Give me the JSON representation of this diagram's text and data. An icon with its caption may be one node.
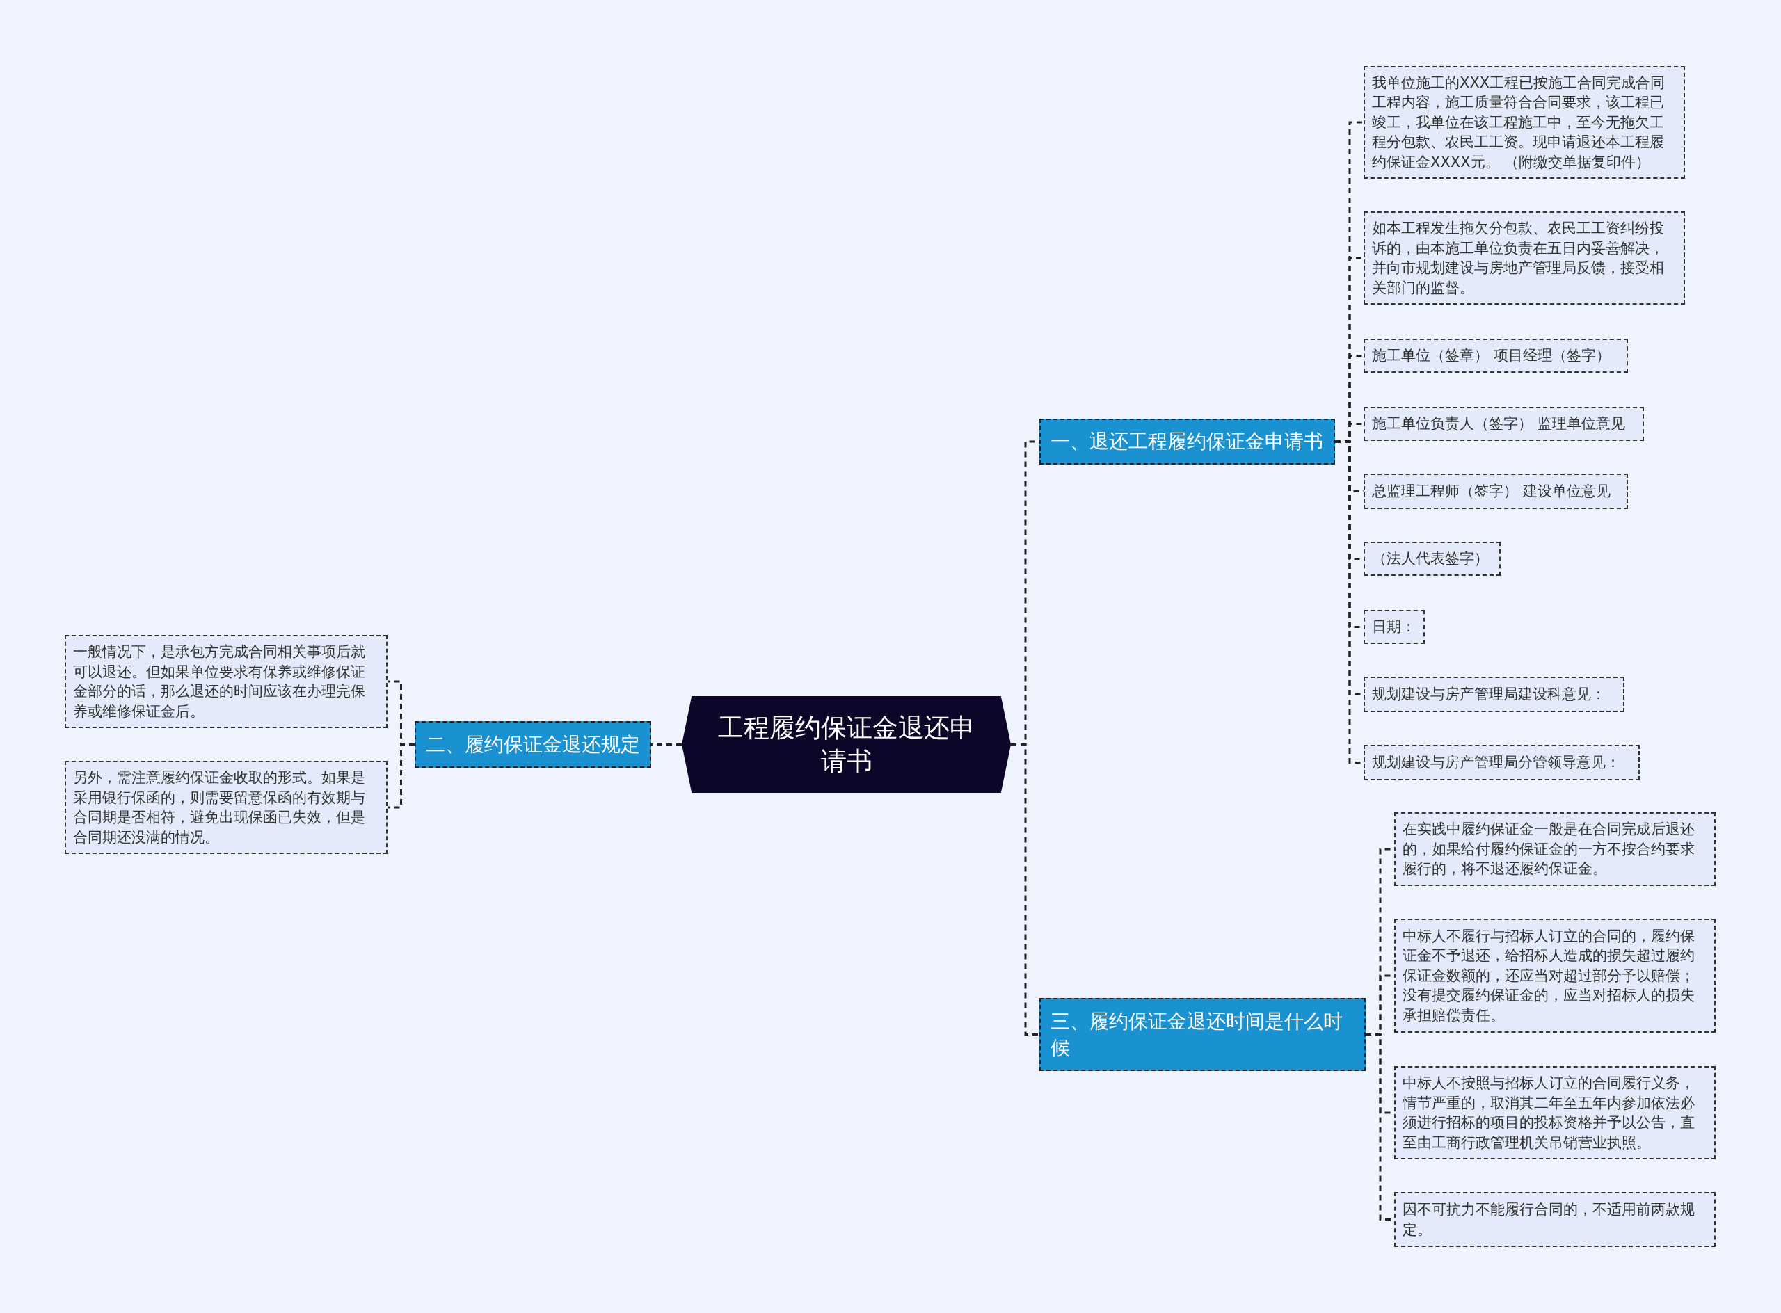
{
  "diagram": {
    "nodes": [
      {
        "text": [
          "工程履约保证金退还申请书"
        ]
      },
      {
        "text": [
          "一、退还工程履约保证金申请书"
        ]
      },
      {
        "text": [
          "我单位施工的XXX工程已按施工合同完成合同工程内容，施工质量符合合同要求，该工程已竣工，我单位在该工程施工中，至今无拖欠工程分包款、农民工工资。现申请退还本工程履约保证金XXXX元。 （附缴交单据复印件）"
        ]
      },
      {
        "text": [
          "如本工程发生拖欠分包款、农民工工资纠纷投诉的，由本施工单位负责在五日内妥善解决，并向市规划建设与房地产管理局反馈，接受相关部门的监督。"
        ]
      },
      {
        "text": [
          "施工单位（签章） 项目经理（签字）"
        ]
      },
      {
        "text": [
          "施工单位负责人（签字） 监理单位意见"
        ]
      },
      {
        "text": [
          "总监理工程师（签字） 建设单位意见"
        ]
      },
      {
        "text": [
          "（法人代表签字）"
        ]
      },
      {
        "text": [
          "日期："
        ]
      },
      {
        "text": [
          "规划建设与房产管理局建设科意见："
        ]
      },
      {
        "text": [
          "规划建设与房产管理局分管领导意见："
        ]
      },
      {
        "text": [
          "二、履约保证金退还规定"
        ]
      },
      {
        "text": [
          "一般情况下，是承包方完成合同相关事项后就可以退还。但如果单位要求有保养或维修保证金部分的话，那么退还的时间应该在办理完保养或维修保证金后。"
        ]
      },
      {
        "text": [
          "另外，需注意履约保证金收取的形式。如果是采用银行保函的，则需要留意保函的有效期与合同期是否相符，避免出现保函已失效，但是合同期还没满的情况。"
        ]
      },
      {
        "text": [
          "三、履约保证金退还时间是什么时候"
        ]
      },
      {
        "text": [
          "在实践中履约保证金一般是在合同完成后退还的，如果给付履约保证金的一方不按合约要求履行的，将不退还履约保证金。"
        ]
      },
      {
        "text": [
          "中标人不履行与招标人订立的合同的，履约保证金不予退还，给招标人造成的损失超过履约保证金数额的，还应当对超过部分予以赔偿；没有提交履约保证金的，应当对招标人的损失承担赔偿责任。"
        ]
      },
      {
        "text": [
          "中标人不按照与招标人订立的合同履行义务，情节严重的，取消其二年至五年内参加依法必须进行招标的项目的投标资格并予以公告，直至由工商行政管理机关吊销营业执照。"
        ]
      },
      {
        "text": [
          "因不可抗力不能履行合同的，不适用前两款规定。"
        ]
      }
    ],
    "edges": [
      {
        "from": 0,
        "to": 1,
        "arrow": "none"
      },
      {
        "from": 1,
        "to": 2,
        "arrow": "none"
      },
      {
        "from": 1,
        "to": 3,
        "arrow": "none"
      },
      {
        "from": 1,
        "to": 4,
        "arrow": "none"
      },
      {
        "from": 1,
        "to": 5,
        "arrow": "none"
      },
      {
        "from": 1,
        "to": 6,
        "arrow": "none"
      },
      {
        "from": 1,
        "to": 7,
        "arrow": "none"
      },
      {
        "from": 1,
        "to": 8,
        "arrow": "none"
      },
      {
        "from": 1,
        "to": 9,
        "arrow": "none"
      },
      {
        "from": 1,
        "to": 10,
        "arrow": "none"
      },
      {
        "from": 0,
        "to": 11,
        "arrow": "none"
      },
      {
        "from": 11,
        "to": 12,
        "arrow": "none"
      },
      {
        "from": 11,
        "to": 13,
        "arrow": "none"
      },
      {
        "from": 0,
        "to": 14,
        "arrow": "none"
      },
      {
        "from": 14,
        "to": 15,
        "arrow": "none"
      },
      {
        "from": 14,
        "to": 16,
        "arrow": "none"
      },
      {
        "from": 14,
        "to": 17,
        "arrow": "none"
      },
      {
        "from": 14,
        "to": 18,
        "arrow": "none"
      }
    ]
  }
}
